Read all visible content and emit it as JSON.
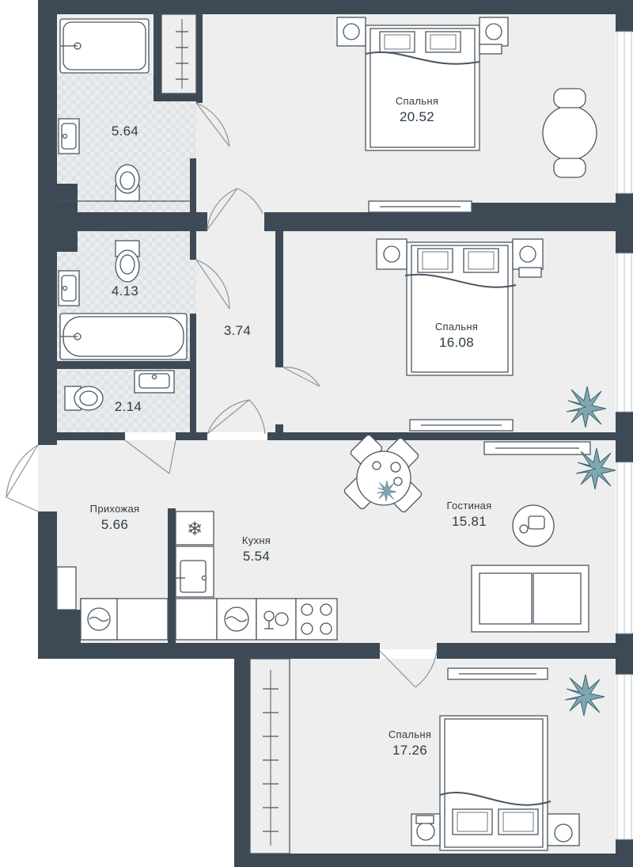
{
  "rooms": {
    "bedroom1": {
      "name": "Спальня",
      "area": "20.52"
    },
    "bedroom2": {
      "name": "Спальня",
      "area": "16.08"
    },
    "bedroom3": {
      "name": "Спальня",
      "area": "17.26"
    },
    "living": {
      "name": "Гостиная",
      "area": "15.81"
    },
    "hall": {
      "name": "Прихожая",
      "area": "5.66"
    },
    "kitchen": {
      "name": "Кухня",
      "area": "5.54"
    },
    "bath1": {
      "area": "5.64"
    },
    "bath2": {
      "area": "4.13"
    },
    "wc": {
      "area": "2.14"
    },
    "corridor": {
      "area": "3.74"
    }
  },
  "colors": {
    "wall": "#3d4a55",
    "floor": "#eeeeee",
    "tile": "#e3e6e8",
    "line": "#4a5660",
    "plant": "#5e8a96",
    "window": "#ffffff"
  }
}
